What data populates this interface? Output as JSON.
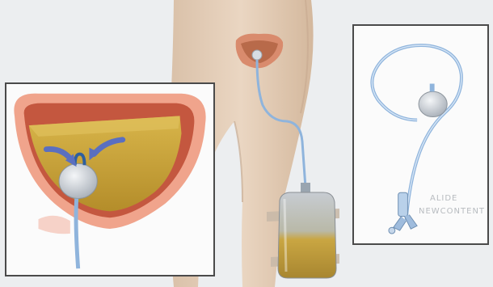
{
  "scene": "urinary catheter illustration",
  "palette": {
    "background": "#eceef0",
    "skin": "#e6d1bc",
    "skin_shadow": "#cfb39a",
    "tissue": "#f0a48c",
    "tissue_inner": "#c4573f",
    "urine": "#c9a640",
    "tube": "#8fb4dc",
    "panel_border": "#4a4a4a"
  },
  "panels": [
    {
      "name": "bladder-cutaway",
      "icons": [
        "bladder-icon",
        "balloon-icon",
        "flow-arrow-icon"
      ]
    },
    {
      "name": "foley-catheter",
      "icons": [
        "catheter-tube-icon",
        "balloon-icon",
        "connector-icon"
      ]
    }
  ],
  "watermark": {
    "line1": "ALIDE",
    "line2": "NEWCONTENT"
  }
}
